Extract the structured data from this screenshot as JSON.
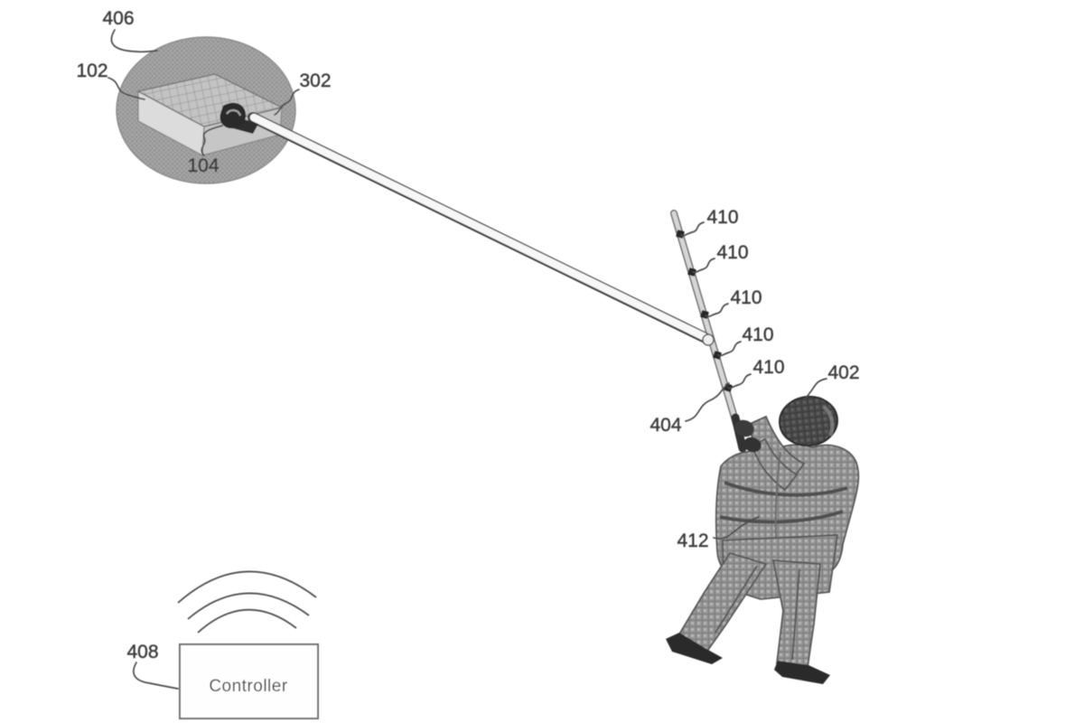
{
  "diagram": {
    "labels": {
      "balloon": "406",
      "device": "102",
      "coupling": "302",
      "attachment": "104",
      "head": "402",
      "pole": "404",
      "harness": "412",
      "controller": "408",
      "markers": [
        "410",
        "410",
        "410",
        "410",
        "410"
      ]
    },
    "controller_box": {
      "label": "Controller"
    },
    "colors": {
      "ink": "#3d3d3d",
      "leader": "#4a4a4a",
      "balloon": "#9e9e9e",
      "figure": "#8f8f8f",
      "head": "#474747",
      "pole_fill": "#f7f7f7",
      "mast_fill": "#d6d6d6",
      "background": "#ffffff"
    }
  }
}
